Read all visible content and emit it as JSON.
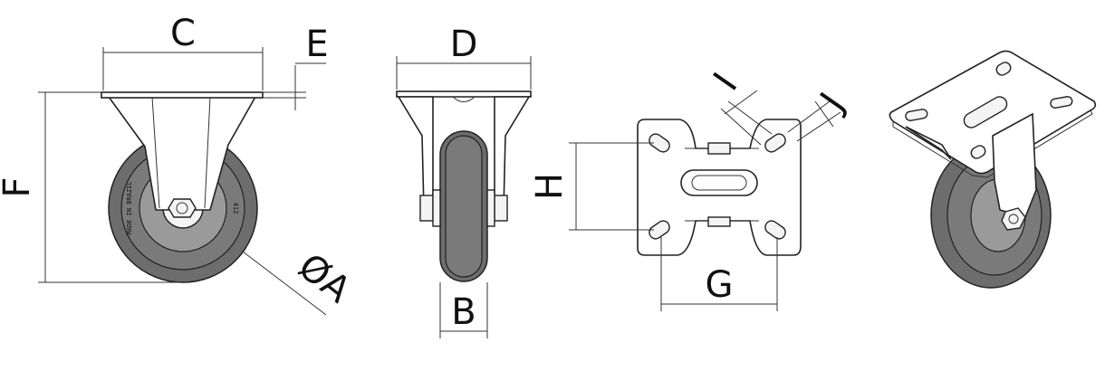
{
  "dimensions": {
    "a": "ØA",
    "b": "B",
    "c": "C",
    "d": "D",
    "e": "E",
    "f": "F",
    "g": "G",
    "h": "H",
    "i": "I",
    "j": "J"
  },
  "tire_marking": {
    "brand": "MADE IN BRAZIL",
    "code": "412"
  },
  "colors": {
    "line": "#222222",
    "tire": "#6d6d6d",
    "hub": "#9a9a9a",
    "background": "#ffffff"
  }
}
